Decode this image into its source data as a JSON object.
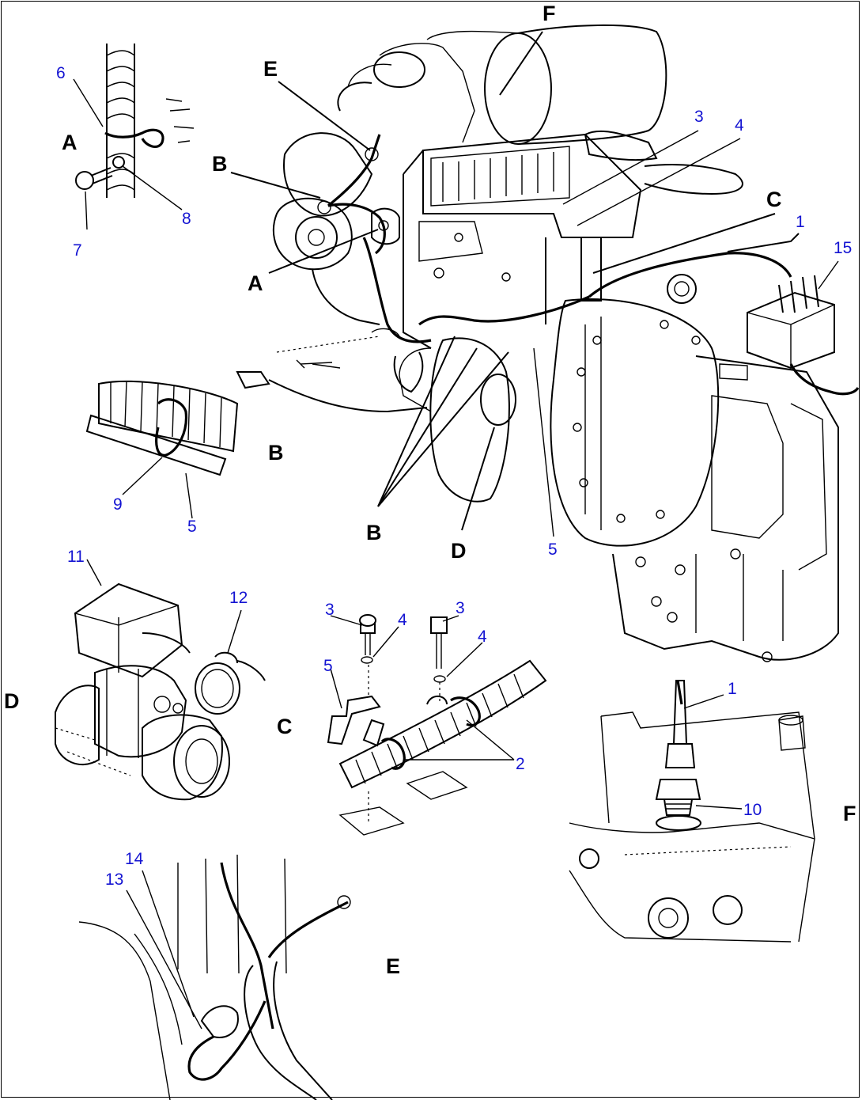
{
  "callouts": {
    "n1_top": "1",
    "n15": "15",
    "n3_top": "3",
    "n4_top": "4",
    "n5_main": "5",
    "n6": "6",
    "n7": "7",
    "n8": "8",
    "n9": "9",
    "n5_b": "5",
    "n11": "11",
    "n12": "12",
    "n3_c1": "3",
    "n4_c1": "4",
    "n3_c2": "3",
    "n4_c2": "4",
    "n5_c": "5",
    "n2_c": "2",
    "n1_f": "1",
    "n10": "10",
    "n14": "14",
    "n13": "13"
  },
  "letters": {
    "F_top": "F",
    "E_top": "E",
    "B_top": "B",
    "A_main": "A",
    "C_main": "C",
    "B_lower": "B",
    "D_main": "D",
    "A_view": "A",
    "B_view": "B",
    "D_view": "D",
    "C_view": "C",
    "F_view": "F",
    "E_view": "E"
  }
}
